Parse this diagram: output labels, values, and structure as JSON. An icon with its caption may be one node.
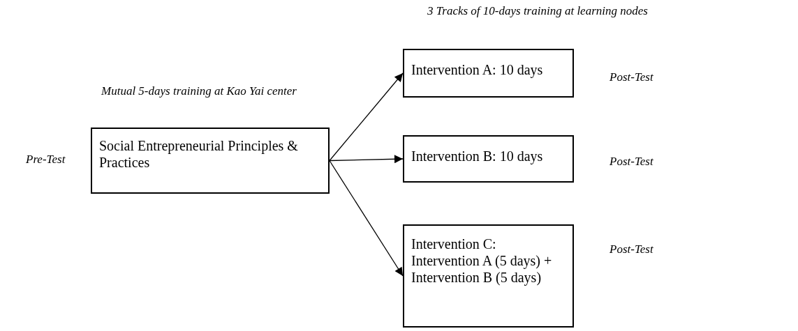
{
  "diagram": {
    "nodes": [
      {
        "text": [
          "Social Entrepreneurial Principles & Practices"
        ],
        "beside": [
          "Mutual 5-days training at Kao Yai center"
        ]
      },
      {
        "text": [
          "Intervention A:  10 days"
        ]
      },
      {
        "text": [
          "Intervention B:  10 days"
        ]
      },
      {
        "text": [
          "Intervention C: Intervention A (5 days) + Intervention B (5 days)"
        ]
      }
    ],
    "edges": [
      {
        "from": 0,
        "to": 1,
        "arrow": "to"
      },
      {
        "from": 0,
        "to": 2,
        "arrow": "to"
      },
      {
        "from": 0,
        "to": 3,
        "arrow": "to"
      }
    ],
    "labels": [
      "3 Tracks of 10-days training at learning nodes",
      "Pre-Test",
      "Post-Test",
      "Post-Test",
      "Post-Test"
    ]
  }
}
